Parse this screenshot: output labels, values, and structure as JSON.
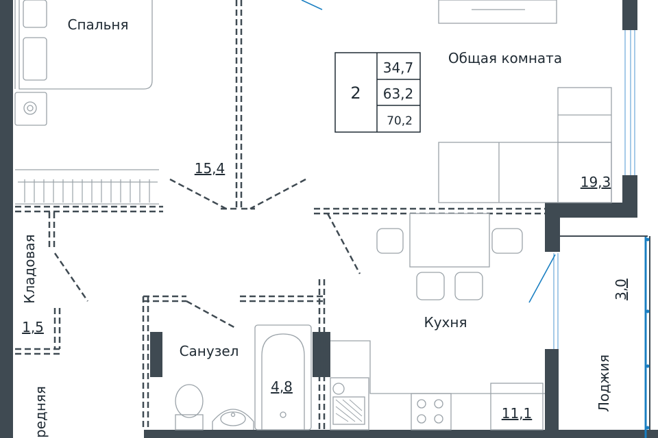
{
  "rooms": {
    "bedroom": {
      "name": "Спальня",
      "area": "15,4"
    },
    "living": {
      "name": "Общая комната",
      "area": "19,3"
    },
    "kitchen": {
      "name": "Кухня",
      "area": "11,1"
    },
    "bathroom": {
      "name": "Санузел",
      "area": "4,8"
    },
    "storage": {
      "name": "Кладовая",
      "area": "1,5"
    },
    "hall": {
      "name": "редняя"
    },
    "loggia": {
      "name": "Лоджия",
      "area": "3,0"
    }
  },
  "summary": {
    "rooms_count": "2",
    "living_area": "34,7",
    "total_area": "63,2",
    "total_with_loggia": "70,2"
  },
  "colors": {
    "wall": "#3f4a52",
    "door_swing": "#1a7fc2",
    "furniture": "#9aa2a8",
    "text": "#1f2a33"
  }
}
